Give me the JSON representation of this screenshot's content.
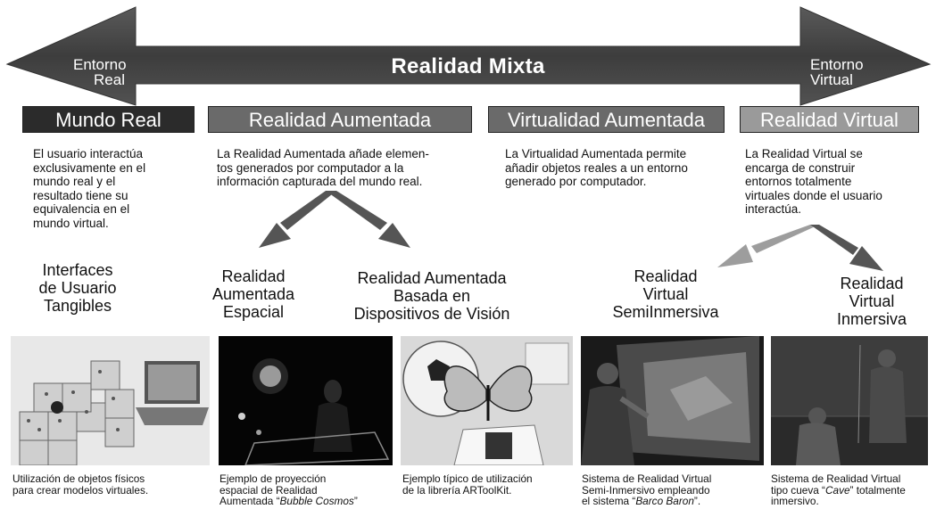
{
  "arrow": {
    "title": "Realidad Mixta",
    "left_end": [
      "Entorno",
      "Real"
    ],
    "right_end": [
      "Entorno",
      "Virtual"
    ]
  },
  "categories": [
    {
      "label": "Mundo Real",
      "color": "#2b2b2b"
    },
    {
      "label": "Realidad Aumentada",
      "color": "#6a6a6a"
    },
    {
      "label": "Virtualidad Aumentada",
      "color": "#6a6a6a"
    },
    {
      "label": "Realidad Virtual",
      "color": "#9a9a9a"
    }
  ],
  "descriptions": [
    [
      "El usuario interactúa",
      "exclusivamente en el",
      "mundo real y el",
      "resultado tiene su",
      "equivalencia en el",
      "mundo virtual."
    ],
    [
      "La Realidad Aumentada añade elemen-",
      "tos generados por computador a la",
      "información capturada del mundo real."
    ],
    [
      "La Virtualidad Aumentada permite",
      "añadir objetos reales a un entorno",
      "generado por computador."
    ],
    [
      "La Realidad Virtual se",
      "encarga de construir",
      "entornos totalmente",
      "virtuales donde el usuario",
      "interactúa."
    ]
  ],
  "subcategories": [
    [
      "Interfaces",
      "de Usuario",
      "Tangibles"
    ],
    [
      "Realidad",
      "Aumentada",
      "Espacial"
    ],
    [
      "Realidad Aumentada",
      "Basada en",
      "Dispositivos de Visión"
    ],
    [
      "Realidad",
      "Virtual",
      "SemiInmersiva"
    ],
    [
      "Realidad",
      "Virtual",
      "Inmersiva"
    ]
  ],
  "captions": [
    {
      "lines": [
        "Utilización de objetos físicos",
        "para crear modelos virtuales."
      ]
    },
    {
      "lines": [
        "Ejemplo de proyección",
        "espacial de Realidad"
      ],
      "pre": "Aumentada “",
      "em": "Bubble Cosmos",
      "post": "”"
    },
    {
      "lines": [
        "Ejemplo típico de utilización",
        "de la librería ARToolKit."
      ]
    },
    {
      "lines": [
        "Sistema de Realidad Virtual",
        "Semi-Inmersivo empleando"
      ],
      "pre": "el sistema “",
      "em": "Barco Baron",
      "post": "”."
    },
    {
      "lines": [
        "Sistema de Realidad Virtual"
      ],
      "pre": "tipo cueva “",
      "em": "Cave",
      "post": "” totalmente",
      "last": "inmersivo."
    }
  ],
  "photos": [
    {
      "name": "tangible-cubes-photo"
    },
    {
      "name": "bubble-cosmos-photo"
    },
    {
      "name": "artoolkit-butterfly-photo"
    },
    {
      "name": "barco-baron-photo"
    },
    {
      "name": "cave-immersive-photo"
    }
  ],
  "colors": {
    "arrow_fill": "#4d4d4d",
    "arrow_dark": "#2e2e2e",
    "branch_arrow_dark": "#555555",
    "branch_arrow_light": "#9d9d9d"
  }
}
